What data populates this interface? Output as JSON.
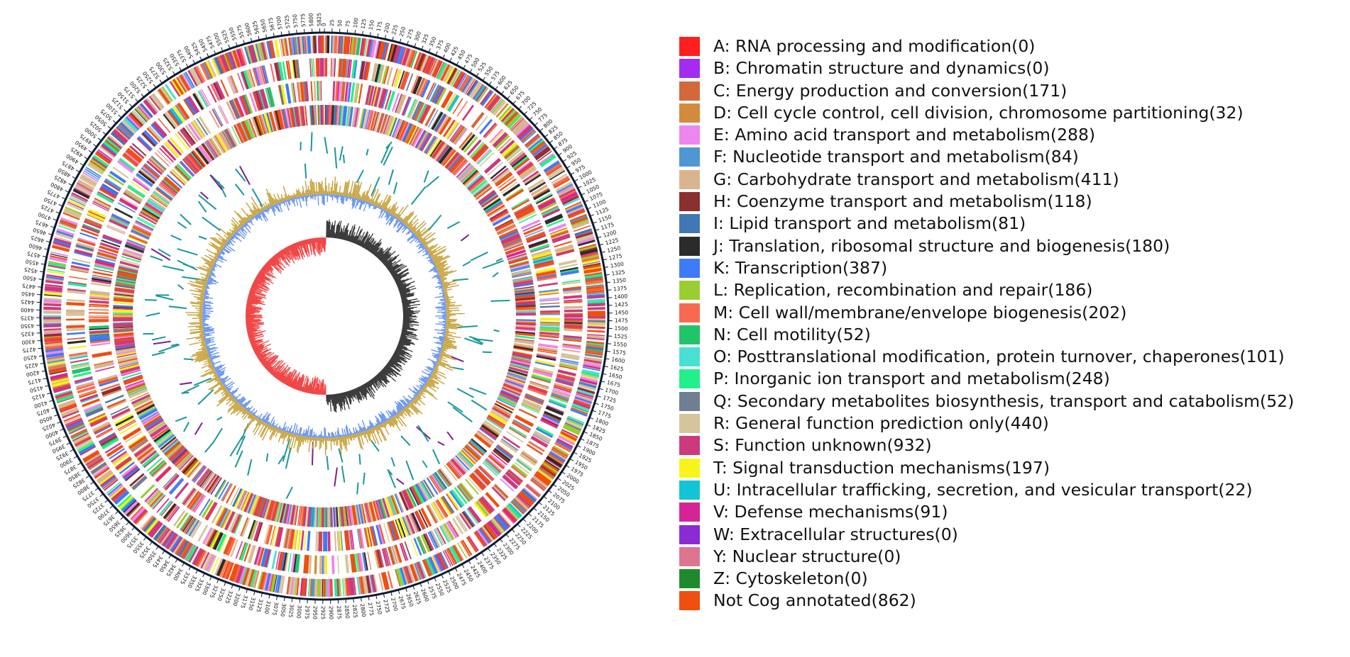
{
  "genome_map": {
    "tick_labels": [
      "0",
      "25",
      "50",
      "75",
      "100",
      "125",
      "150",
      "175",
      "200",
      "225",
      "250",
      "275",
      "300",
      "325",
      "350",
      "375",
      "400",
      "425",
      "450",
      "475",
      "500",
      "525",
      "550",
      "575",
      "600",
      "625",
      "650",
      "675",
      "700",
      "725",
      "750",
      "775",
      "800",
      "825",
      "850",
      "875",
      "900",
      "925",
      "950",
      "975",
      "1000",
      "1025",
      "1050",
      "1075",
      "1100",
      "1125",
      "1150",
      "1175",
      "1200",
      "1225",
      "1250",
      "1275",
      "1300",
      "1325",
      "1350",
      "1375",
      "1400",
      "1425",
      "1450",
      "1475",
      "1500",
      "1525",
      "1550",
      "1575",
      "1600",
      "1625",
      "1650",
      "1675",
      "1700",
      "1725",
      "1750",
      "1775",
      "1800",
      "1825",
      "1850",
      "1875",
      "1900",
      "1925",
      "1950",
      "1975",
      "2000",
      "2025",
      "2050",
      "2075",
      "2100",
      "2125",
      "2150",
      "2175",
      "2200",
      "2225",
      "2250",
      "2275",
      "2300",
      "2325",
      "2350",
      "2375",
      "2400",
      "2425",
      "2450",
      "2475",
      "2500",
      "2525",
      "2550",
      "2575",
      "2600",
      "2625",
      "2650",
      "2675",
      "2700",
      "2725",
      "2750",
      "2775",
      "2800",
      "2825",
      "2850",
      "2875",
      "2900",
      "2925",
      "2950",
      "2975",
      "3000",
      "3025",
      "3050",
      "3075",
      "3100",
      "3125",
      "3150",
      "3175",
      "3200",
      "3225",
      "3250",
      "3275",
      "3300",
      "3325",
      "3350",
      "3375",
      "3400",
      "3425",
      "3450",
      "3475",
      "3500",
      "3525",
      "3550",
      "3575",
      "3600",
      "3625",
      "3650",
      "3675",
      "3700",
      "3725",
      "3750",
      "3775",
      "3800",
      "3825",
      "3850",
      "3875",
      "3900",
      "3925",
      "3950",
      "3975",
      "4000",
      "4025",
      "4050",
      "4075",
      "4100",
      "4125",
      "4150",
      "4175",
      "4200",
      "4225",
      "4250",
      "4275",
      "4300",
      "4325",
      "4350",
      "4375",
      "4400",
      "4425",
      "4450",
      "4475",
      "4500",
      "4525",
      "4550",
      "4575",
      "4600",
      "4625",
      "4650",
      "4675",
      "4700",
      "4725",
      "4750",
      "4775",
      "4800",
      "4825",
      "4850",
      "4875",
      "4900",
      "4925",
      "4950",
      "4975",
      "5000",
      "5025",
      "5050",
      "5075",
      "5100",
      "5125",
      "5150",
      "5175",
      "5200",
      "5225",
      "5250",
      "5275",
      "5300",
      "5325",
      "5350",
      "5375",
      "5400",
      "5425",
      "5450",
      "5475",
      "5500",
      "5525",
      "5550",
      "5575",
      "5600",
      "5625",
      "5650",
      "5675",
      "5700",
      "5725",
      "5750",
      "5775",
      "5800",
      "5825"
    ],
    "axis_max": 5840,
    "colors": {
      "ncRNA": "#18999a",
      "rRNA": "#7d1f8c",
      "gc_content": "#c39b2d",
      "gc_skew_plus": "#3b3b3b",
      "gc_skew_minus": "#f04848",
      "gc_inner": "#5f8df0"
    }
  },
  "legend": {
    "items": [
      {
        "label": "A: RNA processing and modification(0)",
        "color": "#ff1f1f"
      },
      {
        "label": "B: Chromatin structure and dynamics(0)",
        "color": "#a52bf0"
      },
      {
        "label": "C: Energy production and conversion(171)",
        "color": "#d4683c"
      },
      {
        "label": "D: Cell cycle control, cell division, chromosome partitioning(32)",
        "color": "#d48a3c"
      },
      {
        "label": "E: Amino acid transport and metabolism(288)",
        "color": "#ef85ef"
      },
      {
        "label": "F: Nucleotide transport and metabolism(84)",
        "color": "#4f96d4"
      },
      {
        "label": "G: Carbohydrate transport and metabolism(411)",
        "color": "#d9b58f"
      },
      {
        "label": "H: Coenzyme transport and metabolism(118)",
        "color": "#8b2f2f"
      },
      {
        "label": "I: Lipid transport and metabolism(81)",
        "color": "#3f78b5"
      },
      {
        "label": "J: Translation, ribosomal structure and biogenesis(180)",
        "color": "#2b2b2b"
      },
      {
        "label": "K: Transcription(387)",
        "color": "#3f7af8"
      },
      {
        "label": "L: Replication, recombination and repair(186)",
        "color": "#9acd32"
      },
      {
        "label": "M: Cell wall/membrane/envelope biogenesis(202)",
        "color": "#f86a4f"
      },
      {
        "label": "N: Cell motility(52)",
        "color": "#22c46a"
      },
      {
        "label": "O: Posttranslational modification, protein turnover, chaperones(101)",
        "color": "#48e0d2"
      },
      {
        "label": "P: Inorganic ion transport and metabolism(248)",
        "color": "#22f08a"
      },
      {
        "label": "Q: Secondary metabolites biosynthesis, transport and catabolism(52)",
        "color": "#6f7f91"
      },
      {
        "label": "R: General function prediction only(440)",
        "color": "#d6c49a"
      },
      {
        "label": "S: Function unknown(932)",
        "color": "#cc3a7c"
      },
      {
        "label": "T: Signal transduction mechanisms(197)",
        "color": "#f8f31a"
      },
      {
        "label": "U: Intracellular trafficking, secretion, and vesicular transport(22)",
        "color": "#12c5d6"
      },
      {
        "label": "V: Defense mechanisms(91)",
        "color": "#d62495"
      },
      {
        "label": "W: Extracellular structures(0)",
        "color": "#8a2bd4"
      },
      {
        "label": "Y: Nuclear structure(0)",
        "color": "#dd7590"
      },
      {
        "label": "Z: Cytoskeleton(0)",
        "color": "#1f8a2b"
      },
      {
        "label": "Not Cog annotated(862)",
        "color": "#f04f0f"
      }
    ]
  }
}
